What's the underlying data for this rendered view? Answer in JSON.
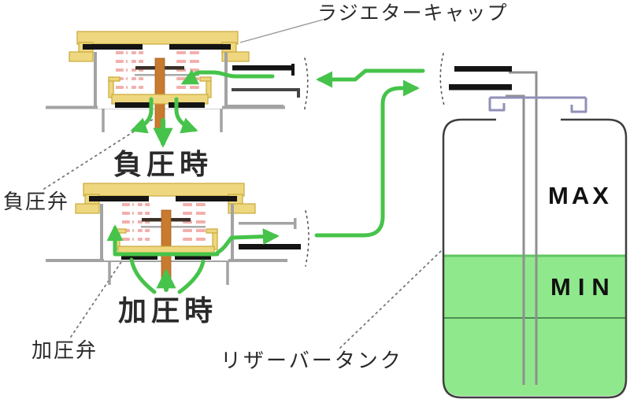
{
  "diagram": {
    "title_label": "ラジエターキャップ",
    "top_figure": {
      "caption": "負圧時",
      "valve_label": "負圧弁"
    },
    "bottom_figure": {
      "caption": "加圧時",
      "valve_label": "加圧弁"
    },
    "tank": {
      "label": "リザーバータンク",
      "max_mark": "MAX",
      "min_mark": "MIN"
    }
  },
  "colors": {
    "cap-yellow": "#eed77e",
    "cap-yellow-border": "#c9a93c",
    "stem-orange": "#c87a2e",
    "spring-pink": "#f2b0ac",
    "flow-green": "#46c34a",
    "fluid-green": "#8fe98c",
    "fluid-line-green": "#5fc75f",
    "min-line-green": "#4f8f55",
    "neck-gray": "#a3a3a3",
    "pipe-dark": "#444444",
    "seal-black": "#141414",
    "tank-outline": "#3f3f3f",
    "neck-purple": "#9090b8",
    "label-color": "#2a2a2a"
  }
}
